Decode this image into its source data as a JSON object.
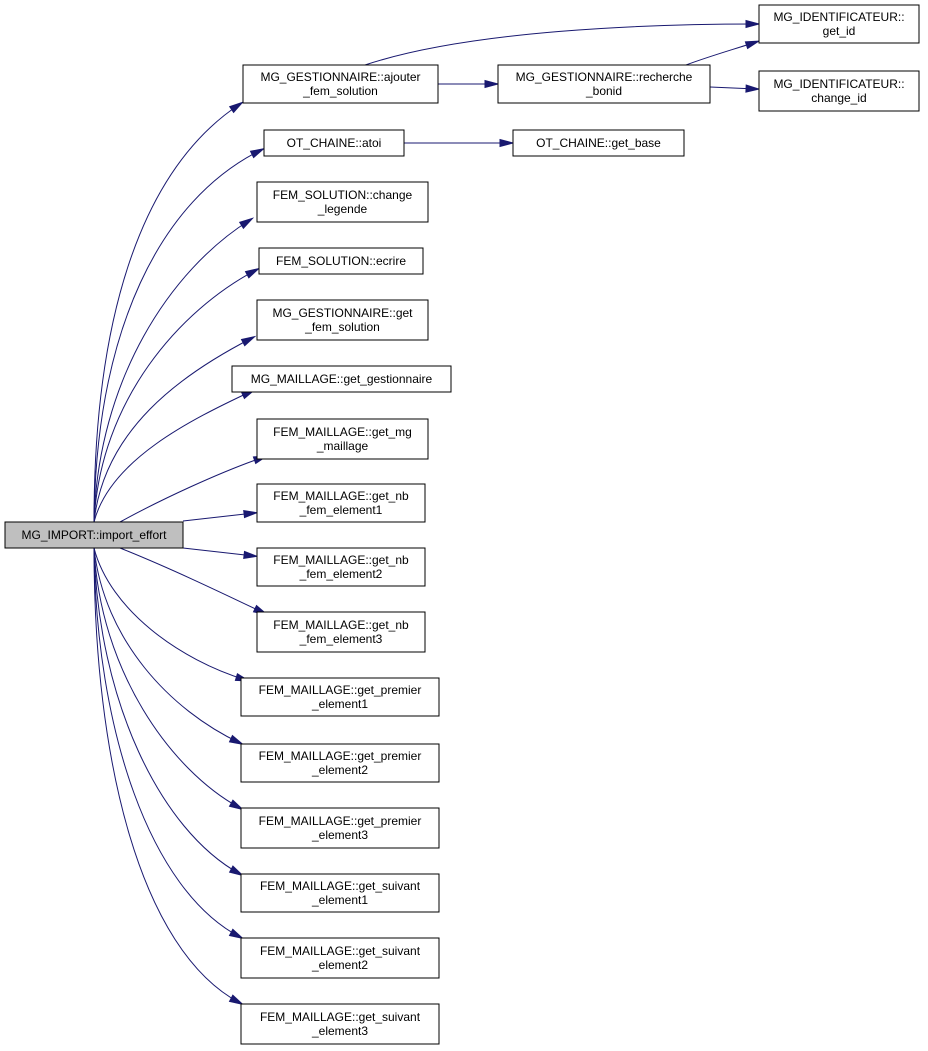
{
  "colors": {
    "edge": "#191970",
    "node_border": "#000000",
    "node_fill": "#ffffff",
    "root_fill": "#bfbfbf"
  },
  "nodes": {
    "import_effort": {
      "lines": [
        "MG_IMPORT::import_effort"
      ],
      "root": true
    },
    "ajouter_fem_solution": {
      "lines": [
        "MG_GESTIONNAIRE::ajouter",
        "_fem_solution"
      ]
    },
    "recherche_bonid": {
      "lines": [
        "MG_GESTIONNAIRE::recherche",
        "_bonid"
      ]
    },
    "get_id": {
      "lines": [
        "MG_IDENTIFICATEUR::",
        "get_id"
      ]
    },
    "change_id": {
      "lines": [
        "MG_IDENTIFICATEUR::",
        "change_id"
      ]
    },
    "atoi": {
      "lines": [
        "OT_CHAINE::atoi"
      ]
    },
    "get_base": {
      "lines": [
        "OT_CHAINE::get_base"
      ]
    },
    "change_legende": {
      "lines": [
        "FEM_SOLUTION::change",
        "_legende"
      ]
    },
    "ecrire": {
      "lines": [
        "FEM_SOLUTION::ecrire"
      ]
    },
    "get_fem_solution": {
      "lines": [
        "MG_GESTIONNAIRE::get",
        "_fem_solution"
      ]
    },
    "get_gestionnaire": {
      "lines": [
        "MG_MAILLAGE::get_gestionnaire"
      ]
    },
    "get_mg_maillage": {
      "lines": [
        "FEM_MAILLAGE::get_mg",
        "_maillage"
      ]
    },
    "get_nb_fem_element1": {
      "lines": [
        "FEM_MAILLAGE::get_nb",
        "_fem_element1"
      ]
    },
    "get_nb_fem_element2": {
      "lines": [
        "FEM_MAILLAGE::get_nb",
        "_fem_element2"
      ]
    },
    "get_nb_fem_element3": {
      "lines": [
        "FEM_MAILLAGE::get_nb",
        "_fem_element3"
      ]
    },
    "get_premier_element1": {
      "lines": [
        "FEM_MAILLAGE::get_premier",
        "_element1"
      ]
    },
    "get_premier_element2": {
      "lines": [
        "FEM_MAILLAGE::get_premier",
        "_element2"
      ]
    },
    "get_premier_element3": {
      "lines": [
        "FEM_MAILLAGE::get_premier",
        "_element3"
      ]
    },
    "get_suivant_element1": {
      "lines": [
        "FEM_MAILLAGE::get_suivant",
        "_element1"
      ]
    },
    "get_suivant_element2": {
      "lines": [
        "FEM_MAILLAGE::get_suivant",
        "_element2"
      ]
    },
    "get_suivant_element3": {
      "lines": [
        "FEM_MAILLAGE::get_suivant",
        "_element3"
      ]
    }
  },
  "edges": [
    {
      "from": "import_effort",
      "to": "ajouter_fem_solution"
    },
    {
      "from": "import_effort",
      "to": "atoi"
    },
    {
      "from": "import_effort",
      "to": "change_legende"
    },
    {
      "from": "import_effort",
      "to": "ecrire"
    },
    {
      "from": "import_effort",
      "to": "get_fem_solution"
    },
    {
      "from": "import_effort",
      "to": "get_gestionnaire"
    },
    {
      "from": "import_effort",
      "to": "get_mg_maillage"
    },
    {
      "from": "import_effort",
      "to": "get_nb_fem_element1"
    },
    {
      "from": "import_effort",
      "to": "get_nb_fem_element2"
    },
    {
      "from": "import_effort",
      "to": "get_nb_fem_element3"
    },
    {
      "from": "import_effort",
      "to": "get_premier_element1"
    },
    {
      "from": "import_effort",
      "to": "get_premier_element2"
    },
    {
      "from": "import_effort",
      "to": "get_premier_element3"
    },
    {
      "from": "import_effort",
      "to": "get_suivant_element1"
    },
    {
      "from": "import_effort",
      "to": "get_suivant_element2"
    },
    {
      "from": "import_effort",
      "to": "get_suivant_element3"
    },
    {
      "from": "ajouter_fem_solution",
      "to": "get_id"
    },
    {
      "from": "ajouter_fem_solution",
      "to": "recherche_bonid"
    },
    {
      "from": "recherche_bonid",
      "to": "get_id"
    },
    {
      "from": "recherche_bonid",
      "to": "change_id"
    },
    {
      "from": "atoi",
      "to": "get_base"
    }
  ]
}
